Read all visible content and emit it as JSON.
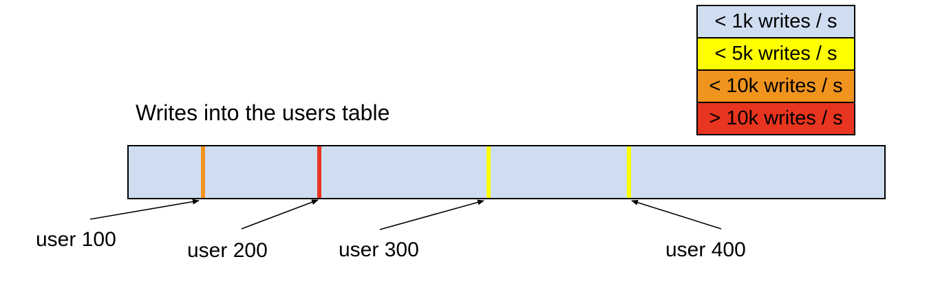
{
  "title": "Writes into the users table",
  "legend": {
    "items": [
      {
        "label": "< 1k writes / s",
        "color": "#cfddf1"
      },
      {
        "label": "< 5k writes / s",
        "color": "#ffff00"
      },
      {
        "label": "< 10k writes / s",
        "color": "#f0941e"
      },
      {
        "label": "> 10k writes / s",
        "color": "#e8351f"
      }
    ]
  },
  "bar": {
    "fill": "#cfddf1",
    "border": "#000000"
  },
  "markers": [
    {
      "label": "user 100",
      "rate": "< 10k writes / s",
      "color": "#f0941e",
      "position_frac": 0.098
    },
    {
      "label": "user 200",
      "rate": "> 10k writes / s",
      "color": "#e8351f",
      "position_frac": 0.252
    },
    {
      "label": "user 300",
      "rate": "< 5k writes / s",
      "color": "#ffff00",
      "position_frac": 0.476
    },
    {
      "label": "user 400",
      "rate": "< 5k writes / s",
      "color": "#ffff00",
      "position_frac": 0.662
    }
  ]
}
